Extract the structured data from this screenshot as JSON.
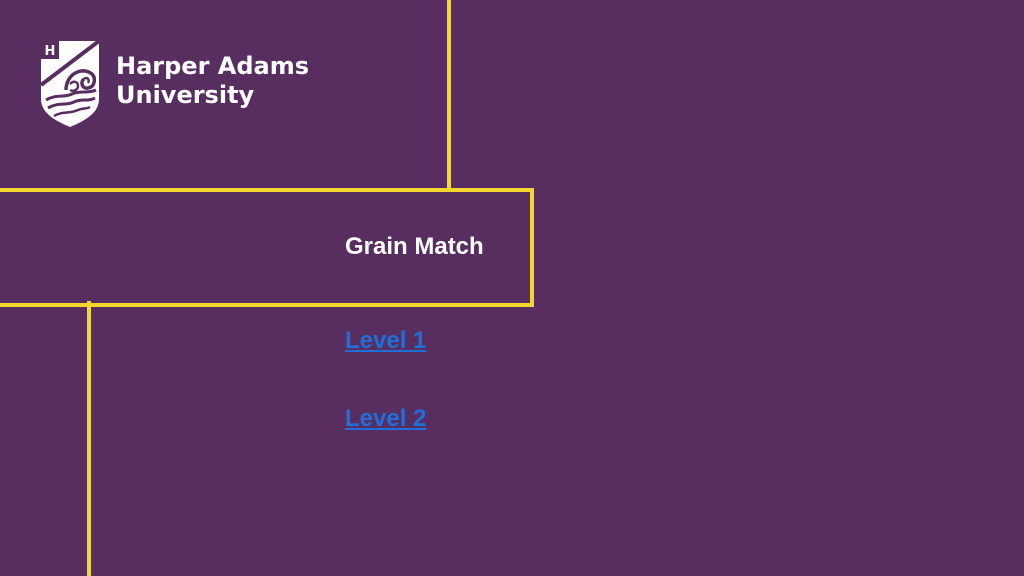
{
  "brand": {
    "name_line1": "Harper Adams",
    "name_line2": "University",
    "shield_letter": "H",
    "logo_icon": "harper-adams-shield-icon"
  },
  "slide": {
    "title": "Grain Match",
    "links": [
      {
        "label": "Level 1"
      },
      {
        "label": "Level 2"
      }
    ]
  },
  "colors": {
    "background": "#572e5f",
    "accent_lines": "#f4d72e",
    "text": "#ffffff",
    "link": "#1f6fd8"
  }
}
